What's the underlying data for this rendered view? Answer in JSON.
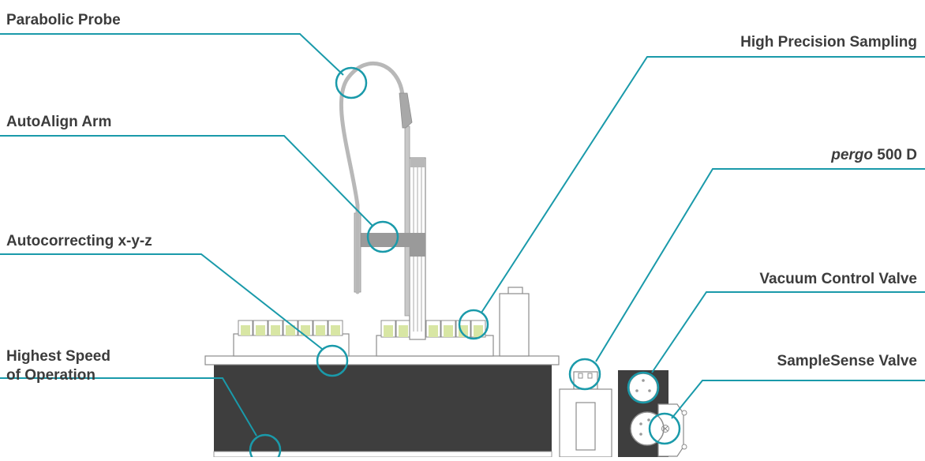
{
  "labels": {
    "parabolic_probe": "Parabolic Probe",
    "autoalign_arm": "AutoAlign Arm",
    "autocorrecting": "Autocorrecting x-y-z",
    "highest_speed_line1": "Highest Speed",
    "highest_speed_line2": "of Operation",
    "high_precision": "High Precision Sampling",
    "pergo_italic": "pergo",
    "pergo_rest": " 500 D",
    "vacuum_valve": "Vacuum Control Valve",
    "samplesense_valve": "SampleSense Valve"
  },
  "colors": {
    "accent": "#1a9aaa",
    "label_text": "#3c3c3c",
    "base_dark": "#3e3e3e",
    "frame_gray": "#a8a8a8",
    "vial_fill": "#d8e6a4",
    "outline": "#8c8c8c"
  }
}
